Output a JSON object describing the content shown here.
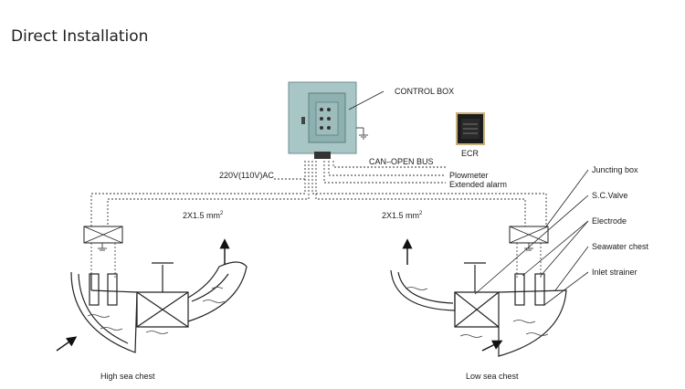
{
  "title": "Direct Installation",
  "labels": {
    "control_box": "CONTROL BOX",
    "ecr": "ECR",
    "can_bus": "CAN–OPEN BUS",
    "power": "220V(110V)AC",
    "flowmeter": "Plowmeter",
    "extended_alarm": "Extended alarm",
    "cable_left": "2X1.5 mm",
    "cable_right": "2X1.5 mm",
    "cable_sup": "2",
    "junction_box": "Juncting box",
    "sc_valve": "S.C.Valve",
    "electrode": "Electrode",
    "seawater_chest": "Seawater chest",
    "inlet_strainer": "Inlet strainer",
    "high_sea_chest": "High sea chest",
    "low_sea_chest": "Low sea chest"
  },
  "colors": {
    "control_box": "#a9c6c6",
    "control_box_dark": "#7ea3a4",
    "ecr_panel": "#1c1c1c",
    "ecr_frame": "#c9b07a"
  }
}
